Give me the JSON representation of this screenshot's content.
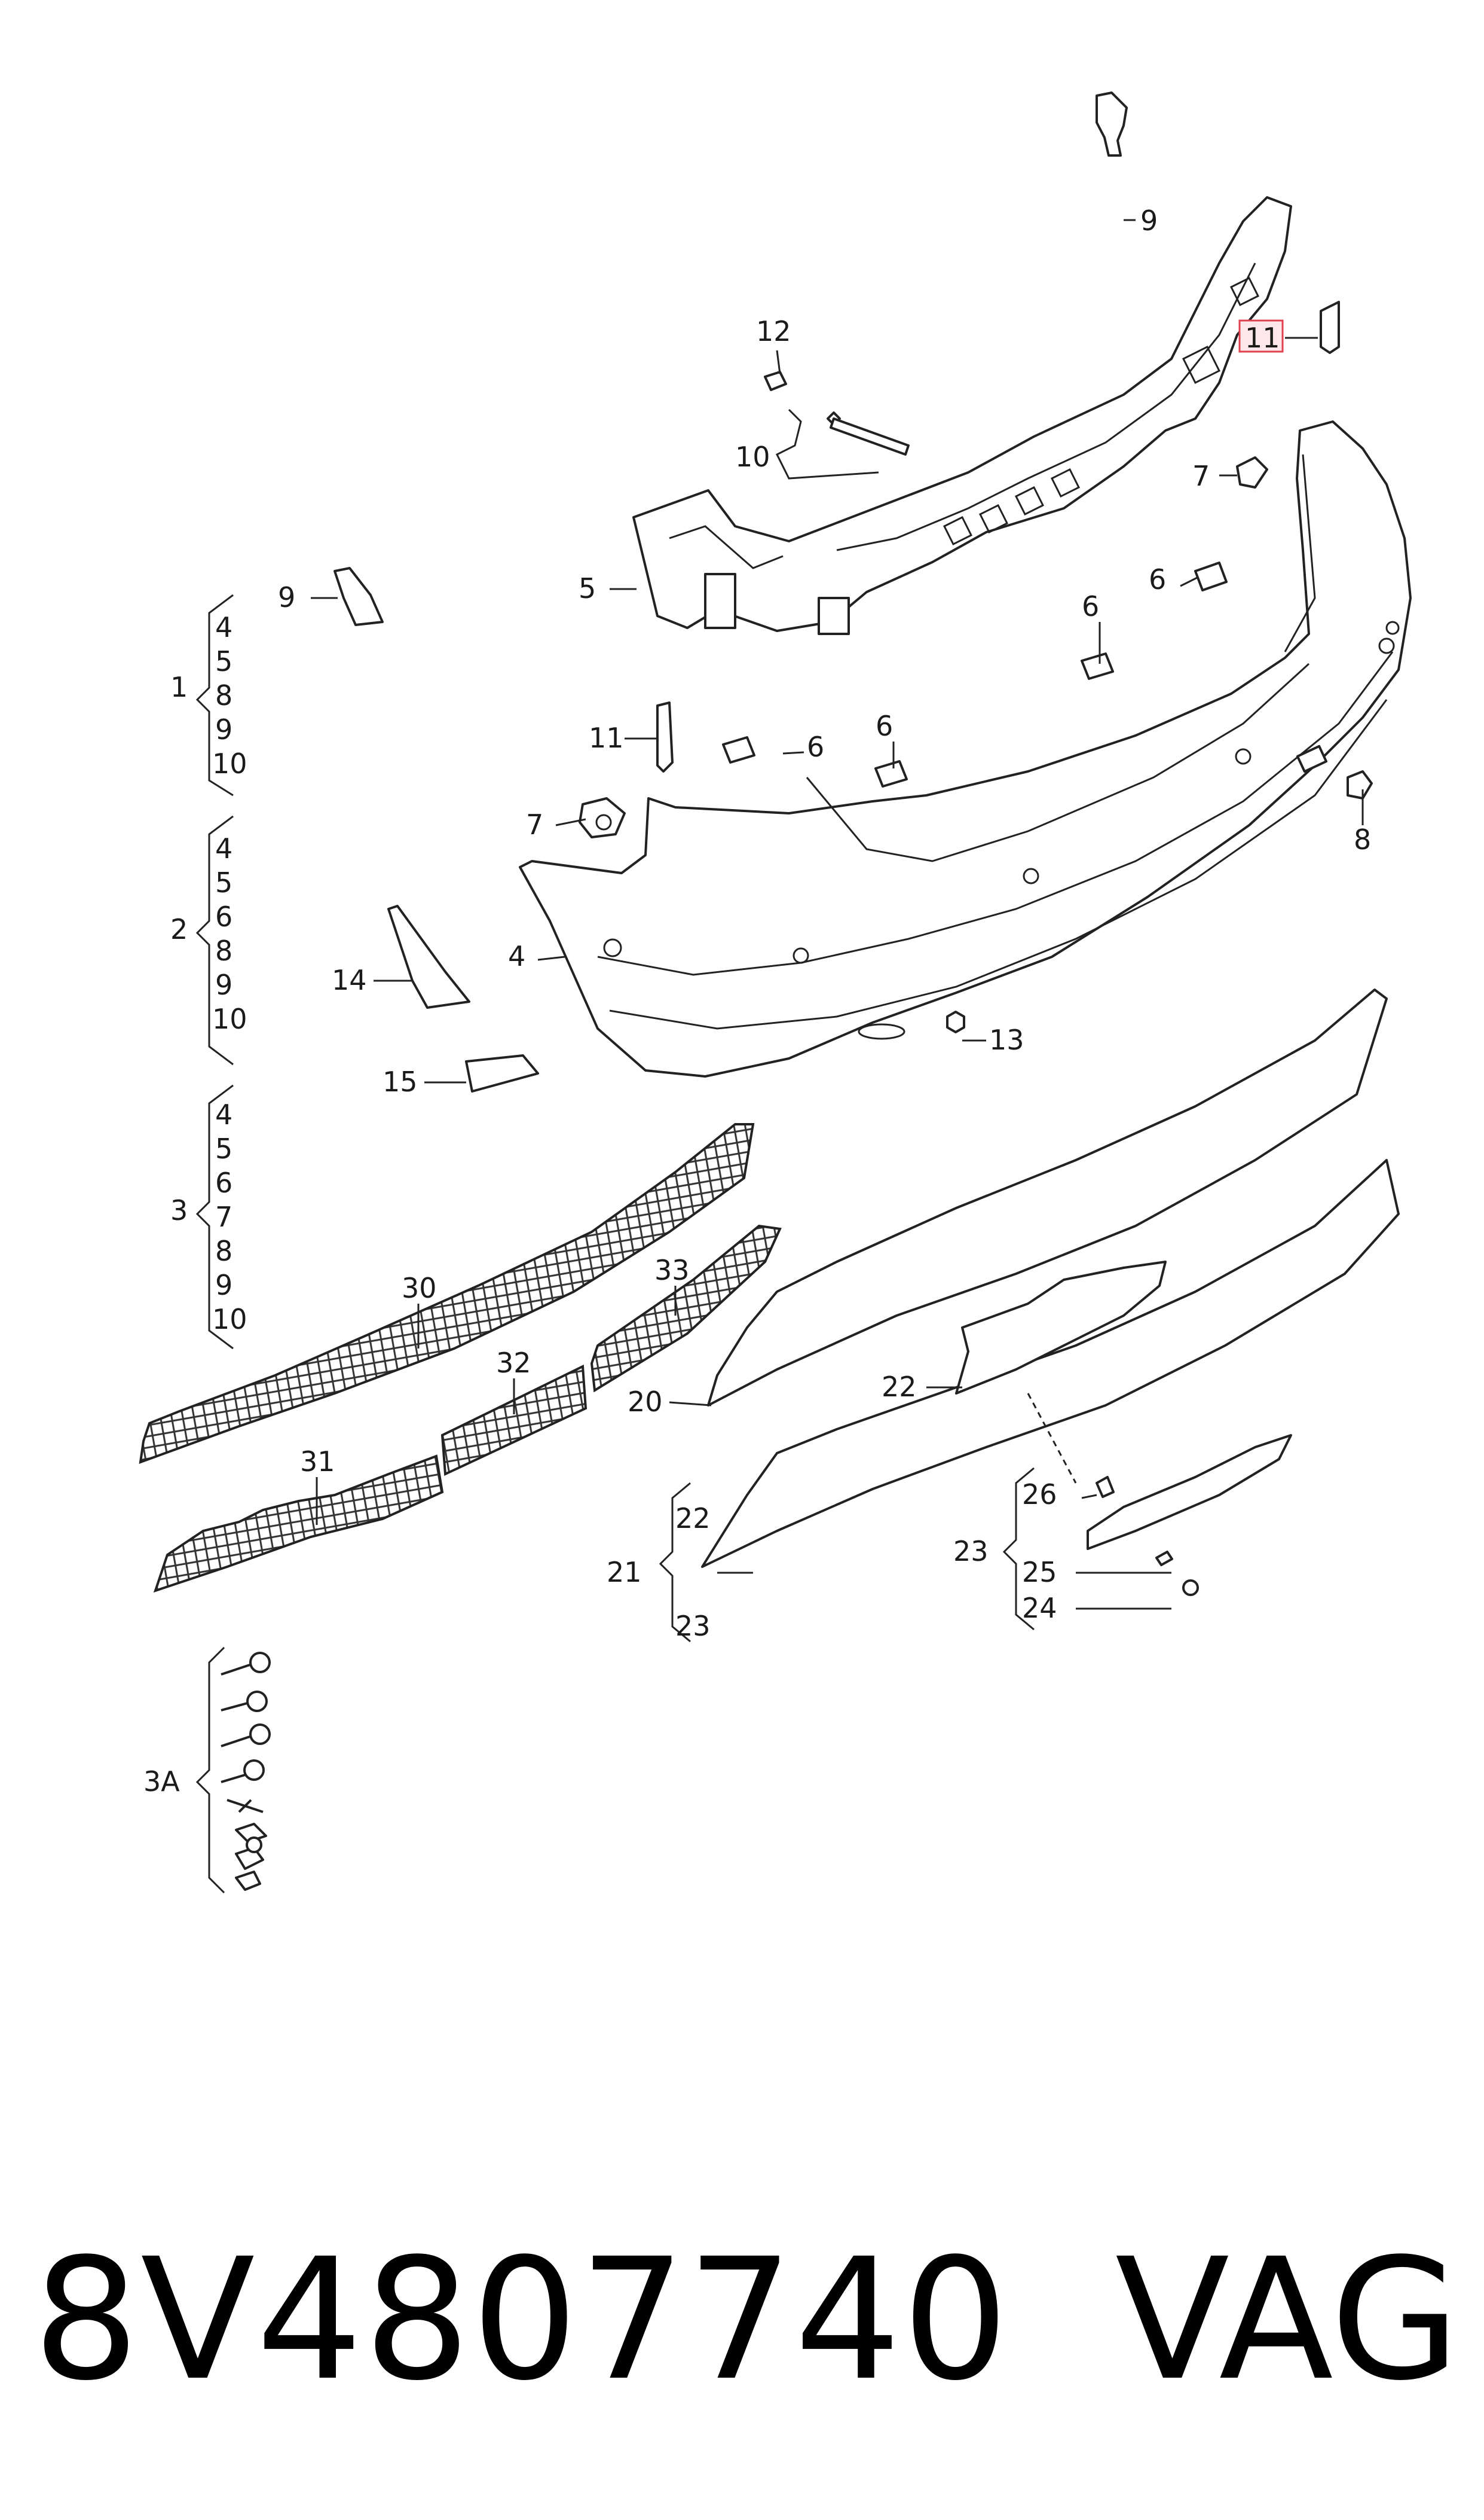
{
  "callouts": {
    "c9_top": "9",
    "c12": "12",
    "c11_top": "11",
    "c10": "10",
    "c7_right": "7",
    "c5": "5",
    "c6_right": "6",
    "c6_mid": "6",
    "c9_left": "9",
    "c11_left": "11",
    "c6_a": "6",
    "c6_b": "6",
    "c7_left": "7",
    "c8": "8",
    "c4": "4",
    "c14": "14",
    "c13": "13",
    "c15": "15",
    "c30": "30",
    "c33": "33",
    "c32": "32",
    "c31": "31",
    "c20": "20",
    "c22_a": "22",
    "c21": "21",
    "c22_b": "22",
    "c23_b": "23",
    "c26": "26",
    "c23": "23",
    "c25": "25",
    "c24": "24"
  },
  "groups": [
    {
      "label": "1",
      "members": [
        "4",
        "5",
        "8",
        "9",
        "10"
      ]
    },
    {
      "label": "2",
      "members": [
        "4",
        "5",
        "6",
        "8",
        "9",
        "10"
      ]
    },
    {
      "label": "3",
      "members": [
        "4",
        "5",
        "6",
        "7",
        "8",
        "9",
        "10"
      ]
    }
  ],
  "kit_3a": {
    "label": "3A"
  },
  "footer": {
    "part_number": "8V4807740",
    "brand": "VAG"
  },
  "highlight_color": "#e0424f"
}
